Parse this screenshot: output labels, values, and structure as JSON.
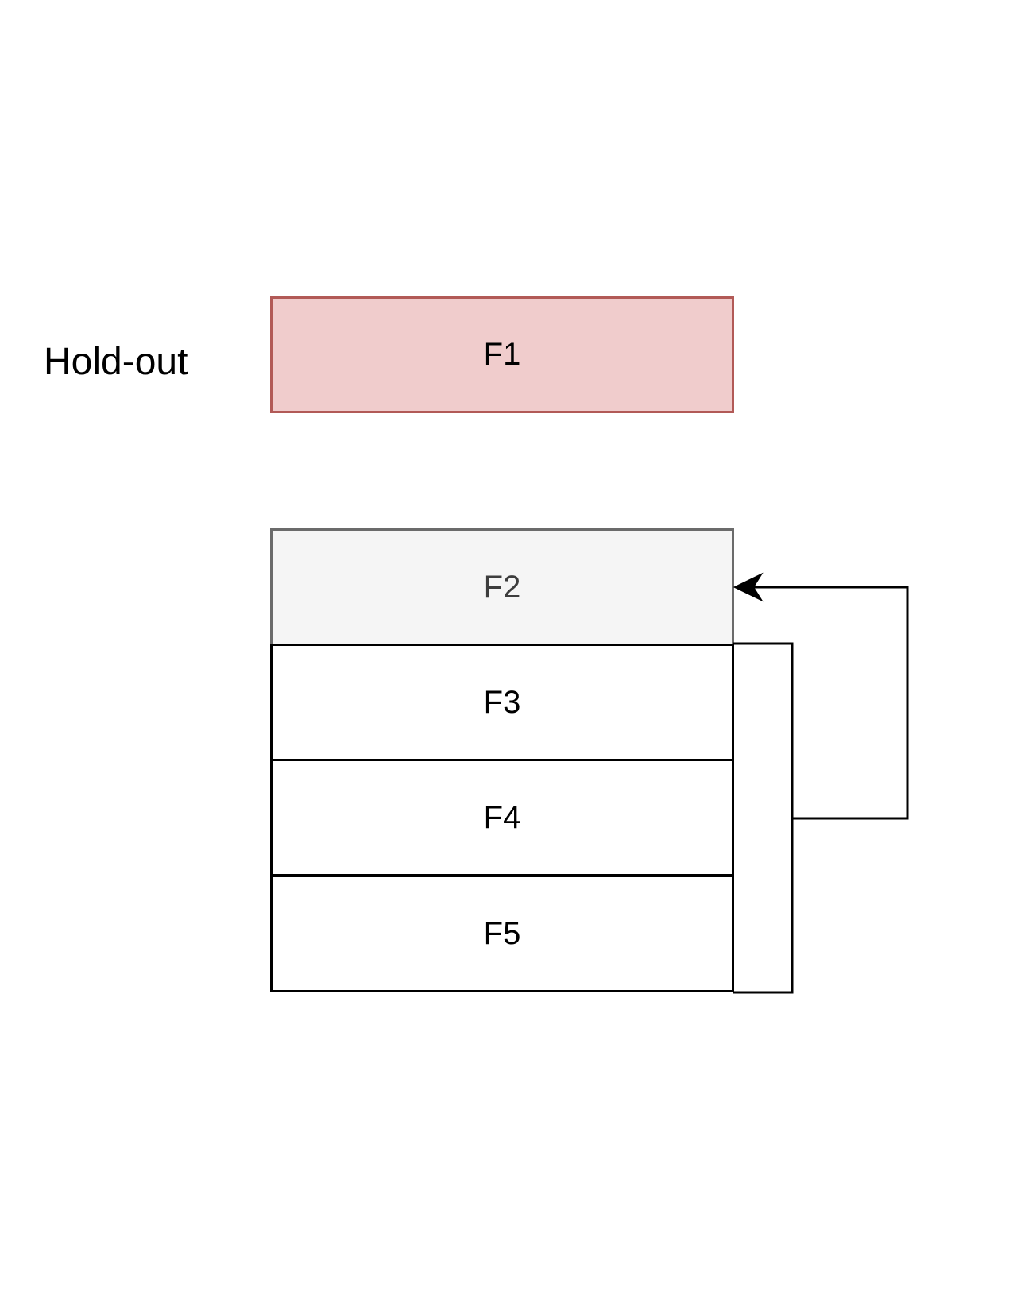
{
  "holdout": {
    "label": "Hold-out"
  },
  "folds": {
    "f1": "F1",
    "f2": "F2",
    "f3": "F3",
    "f4": "F4",
    "f5": "F5"
  },
  "colors": {
    "holdout_fill": "#f0cccc",
    "holdout_stroke": "#b25a57",
    "validation_fill": "#f5f5f5",
    "validation_stroke": "#6b6b6b",
    "fold_stroke": "#000000"
  }
}
